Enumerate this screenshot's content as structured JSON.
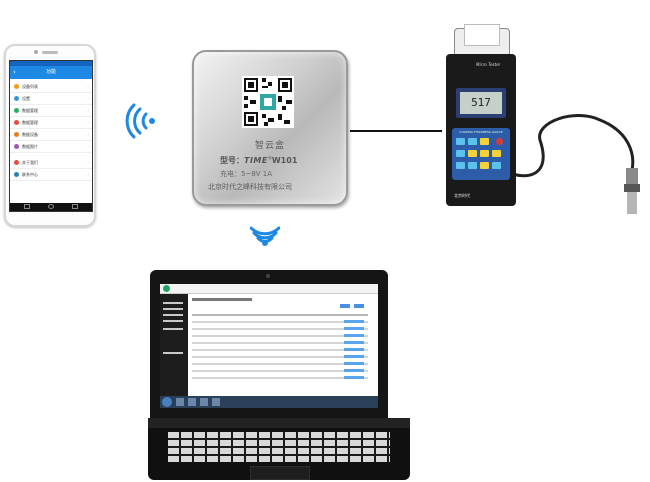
{
  "phone": {
    "app_title": "功能",
    "menu": [
      {
        "label": "设备列表",
        "color": "#f39c12"
      },
      {
        "label": "设置",
        "color": "#3498db"
      },
      {
        "label": "数据管理",
        "color": "#27ae60"
      },
      {
        "label": "数据管理",
        "color": "#e74c3c"
      },
      {
        "label": "数据设备",
        "color": "#e67e22"
      },
      {
        "label": "数据图片",
        "color": "#9b59b6"
      },
      {
        "label": "关于我们",
        "color": "#e74c3c"
      },
      {
        "label": "联系中心",
        "color": "#2980b9"
      }
    ]
  },
  "box": {
    "title": "智云盒",
    "model_prefix": "型号：",
    "model_logo": "TIME",
    "model_suffix": "W101",
    "power": "充电：5~8V 1A",
    "company": "北京时代之峰科技有限公司"
  },
  "tester": {
    "brand": "Micro Tester",
    "lcd_value": "517",
    "panel_label": "COATING THICKNESS GAUGE",
    "logo": "北京时代"
  },
  "colors": {
    "wave": "#1e88e5",
    "phone_bar": "#1e88e5",
    "keypad": "#2d5da8"
  }
}
